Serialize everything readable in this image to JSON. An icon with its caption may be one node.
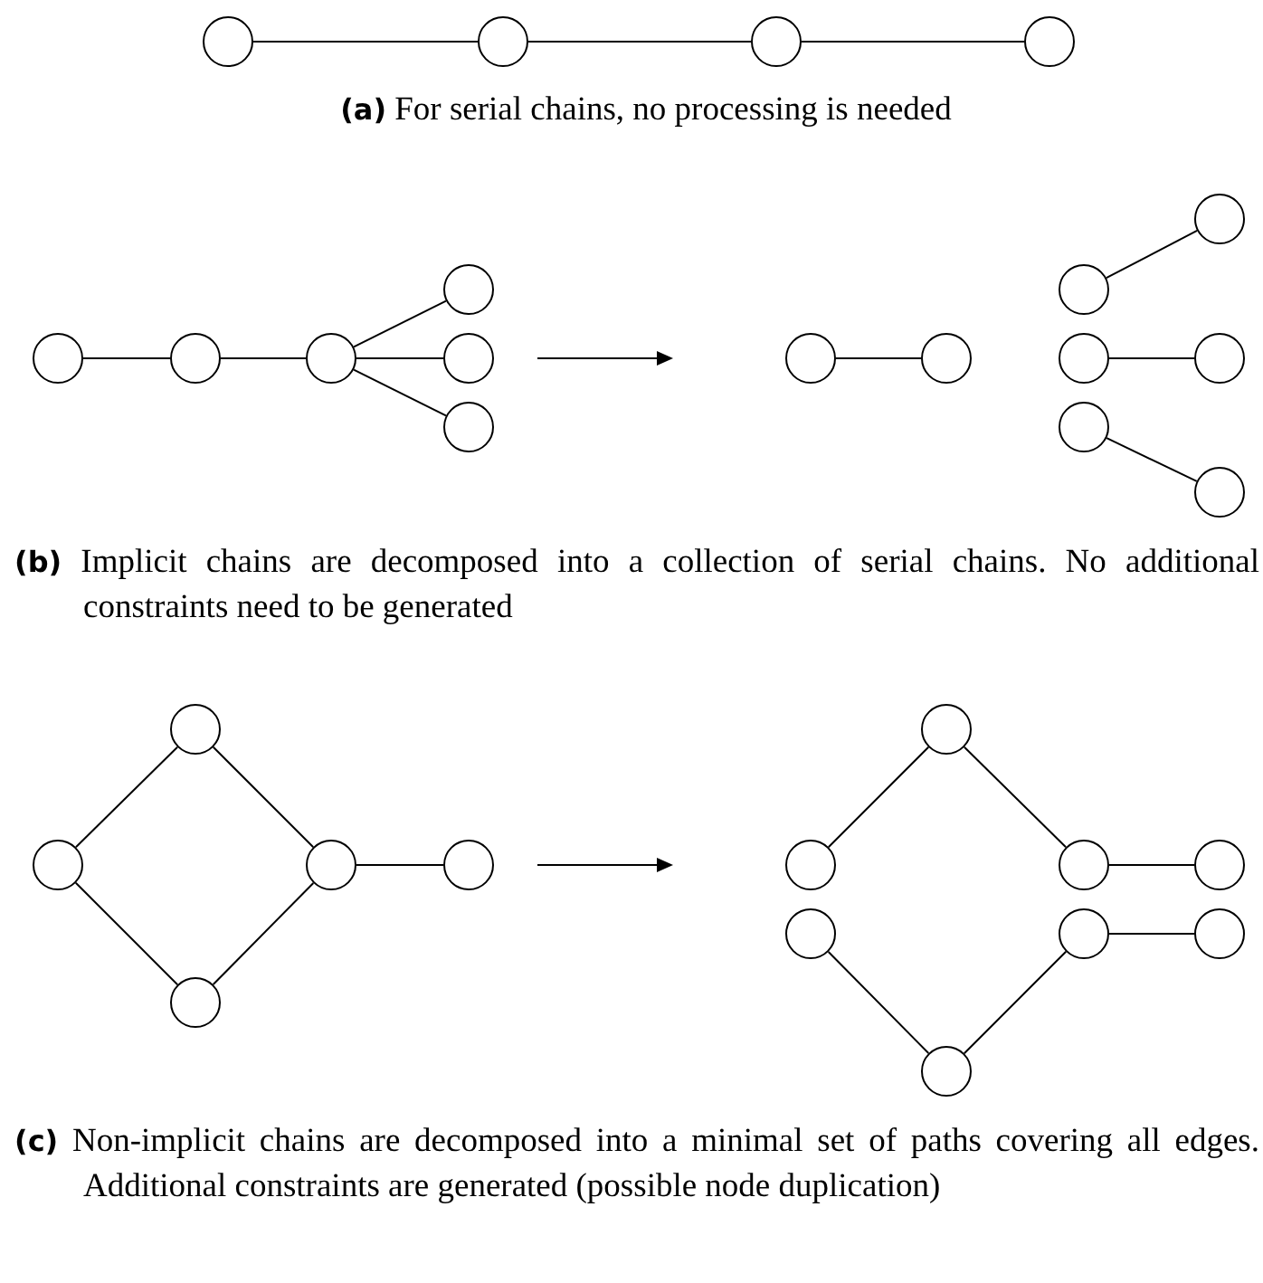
{
  "diagram": {
    "nodes": [
      {
        "text": [],
        "shape": "circle"
      },
      {
        "text": [],
        "shape": "circle"
      },
      {
        "text": [],
        "shape": "circle"
      },
      {
        "text": [],
        "shape": "circle"
      },
      {
        "text": [],
        "shape": "circle"
      },
      {
        "text": [],
        "shape": "circle"
      },
      {
        "text": [],
        "shape": "circle"
      },
      {
        "text": [],
        "shape": "circle"
      },
      {
        "text": [],
        "shape": "circle"
      },
      {
        "text": [],
        "shape": "circle"
      },
      {
        "text": [],
        "shape": "circle"
      },
      {
        "text": [],
        "shape": "circle"
      },
      {
        "text": [],
        "shape": "circle"
      },
      {
        "text": [],
        "shape": "circle"
      },
      {
        "text": [],
        "shape": "circle"
      },
      {
        "text": [],
        "shape": "circle"
      },
      {
        "text": [],
        "shape": "circle"
      },
      {
        "text": [],
        "shape": "circle"
      },
      {
        "text": [],
        "shape": "circle"
      },
      {
        "text": [],
        "shape": "circle"
      },
      {
        "text": [],
        "shape": "circle"
      },
      {
        "text": [],
        "shape": "circle"
      },
      {
        "text": [],
        "shape": "circle"
      },
      {
        "text": [],
        "shape": "circle"
      },
      {
        "text": [],
        "shape": "circle"
      },
      {
        "text": [],
        "shape": "circle"
      },
      {
        "text": [],
        "shape": "circle"
      },
      {
        "text": [],
        "shape": "circle"
      },
      {
        "text": [],
        "shape": "circle"
      },
      {
        "text": [],
        "shape": "circle"
      },
      {
        "text": [],
        "shape": "circle"
      }
    ],
    "edges": [
      {
        "from": 0,
        "to": 1,
        "arrow": "none"
      },
      {
        "from": 1,
        "to": 2,
        "arrow": "none"
      },
      {
        "from": 2,
        "to": 3,
        "arrow": "none"
      },
      {
        "from": 4,
        "to": 5,
        "arrow": "none"
      },
      {
        "from": 5,
        "to": 6,
        "arrow": "none"
      },
      {
        "from": 6,
        "to": 7,
        "arrow": "none"
      },
      {
        "from": 6,
        "to": 8,
        "arrow": "none"
      },
      {
        "from": 6,
        "to": 9,
        "arrow": "none"
      },
      {
        "from": 10,
        "to": 11,
        "arrow": "none"
      },
      {
        "from": 12,
        "to": 15,
        "arrow": "none"
      },
      {
        "from": 13,
        "to": 16,
        "arrow": "none"
      },
      {
        "from": 14,
        "to": 17,
        "arrow": "none"
      },
      {
        "from": 18,
        "to": 19,
        "arrow": "none"
      },
      {
        "from": 18,
        "to": 20,
        "arrow": "none"
      },
      {
        "from": 19,
        "to": 22,
        "arrow": "none"
      },
      {
        "from": 20,
        "to": 22,
        "arrow": "none"
      },
      {
        "from": 20,
        "to": 21,
        "arrow": "none"
      },
      {
        "from": 23,
        "to": 24,
        "arrow": "none"
      },
      {
        "from": 23,
        "to": 25,
        "arrow": "none"
      },
      {
        "from": 25,
        "to": 26,
        "arrow": "none"
      },
      {
        "from": 27,
        "to": 30,
        "arrow": "none"
      },
      {
        "from": 28,
        "to": 30,
        "arrow": "none"
      },
      {
        "from": 28,
        "to": 29,
        "arrow": "none"
      }
    ],
    "labels": [
      "**(a)** For serial chains, no processing is needed",
      "**(b)** Implicit chains are decomposed into a collection of serial chains. No additional constraints need to be generated",
      "**(c)** Non-implicit chains are decomposed into a minimal set of paths covering all edges. Additional constraints are generated (possible node duplication)"
    ]
  }
}
